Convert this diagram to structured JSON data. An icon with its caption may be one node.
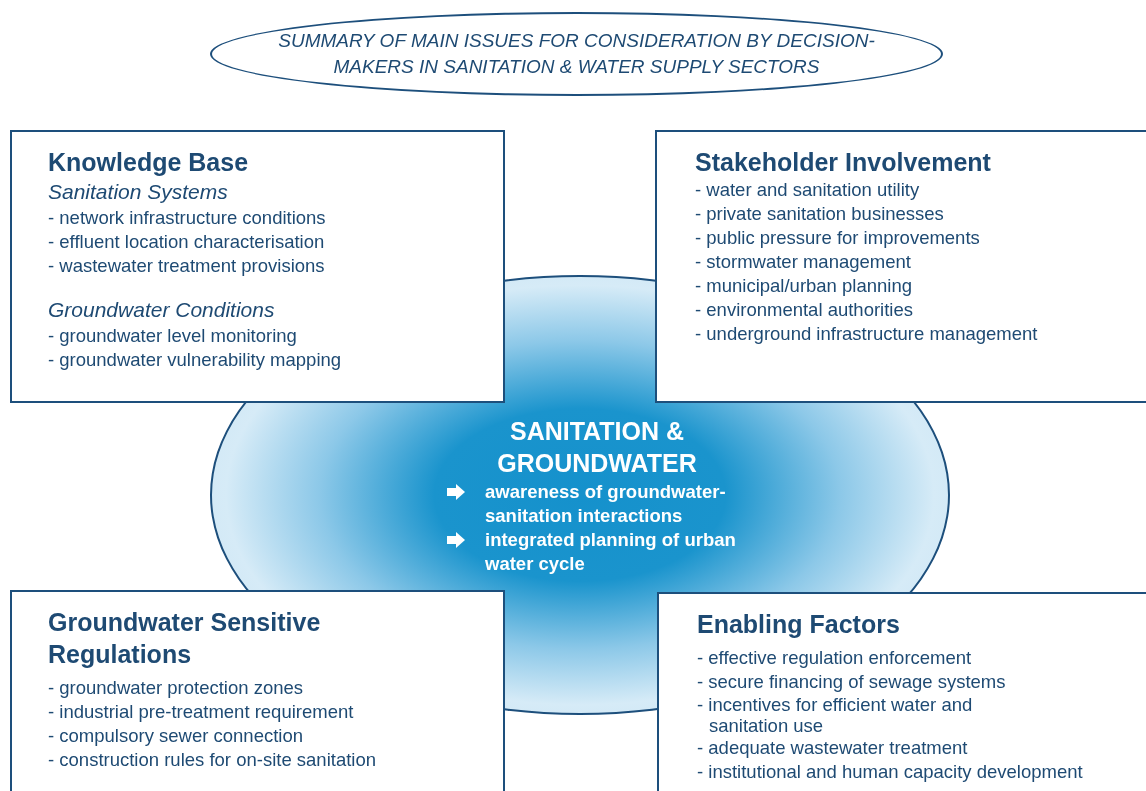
{
  "diagram": {
    "nodes": [
      {
        "text": [
          "SUMMARY OF MAIN ISSUES FOR CONSIDERATION BY DECISION-MAKERS IN SANITATION & WATER SUPPLY SECTORS"
        ]
      },
      {
        "text": [
          "Knowledge Base",
          "Sanitation Systems",
          "- network infrastructure conditions",
          "- effluent location characterisation",
          "- wastewater treatment provisions",
          "Groundwater Conditions",
          "- groundwater level monitoring",
          "- groundwater vulnerability mapping"
        ]
      },
      {
        "text": [
          "Stakeholder Involvement",
          "- water and sanitation utility",
          "- private sanitation businesses",
          "- public pressure for improvements",
          "- stormwater management",
          "- municipal/urban planning",
          "- environmental authorities",
          "- underground infrastructure management"
        ]
      },
      {
        "text": [
          "SANITATION & GROUNDWATER",
          "awareness of groundwater-sanitation interactions",
          "integrated planning of urban water cycle"
        ]
      },
      {
        "text": [
          "Groundwater Sensitive Regulations",
          "- groundwater protection zones",
          "- industrial pre-treatment requirement",
          "- compulsory sewer connection",
          "- construction rules for on-site sanitation"
        ]
      },
      {
        "text": [
          "Enabling Factors",
          "- effective regulation enforcement",
          "- secure financing of sewage systems",
          "- incentives for efficient water and sanitation use",
          "- adequate wastewater treatment",
          "- institutional and human capacity development"
        ]
      }
    ]
  }
}
